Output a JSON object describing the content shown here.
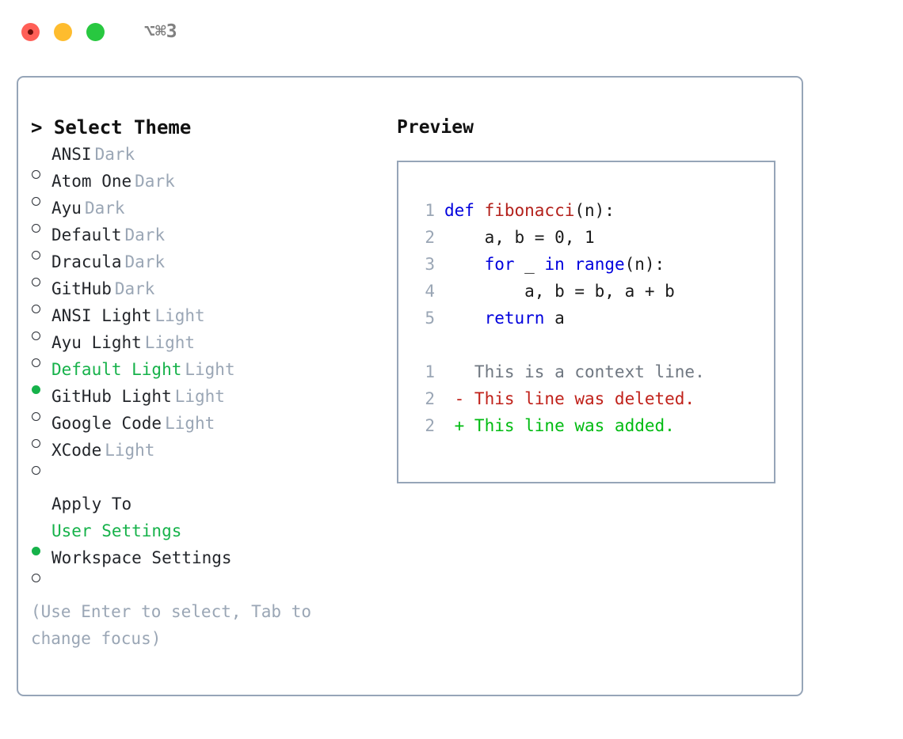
{
  "window": {
    "title": "⌥⌘3",
    "traffic_lights": [
      "close",
      "minimize",
      "maximize"
    ],
    "colors": {
      "close": "#ff5f57",
      "minimize": "#febc2e",
      "maximize": "#28c840",
      "border": "#96a5b8",
      "accent_green": "#16b24a",
      "muted": "#9aa6b5"
    }
  },
  "theme_list": {
    "header": "> Select Theme",
    "items": [
      {
        "marker": "circle",
        "label": "ANSI",
        "tag": "Dark",
        "selected": false
      },
      {
        "marker": "circle",
        "label": "Atom One",
        "tag": "Dark",
        "selected": false
      },
      {
        "marker": "circle",
        "label": "Ayu",
        "tag": "Dark",
        "selected": false
      },
      {
        "marker": "circle",
        "label": "Default",
        "tag": "Dark",
        "selected": false
      },
      {
        "marker": "circle",
        "label": "Dracula",
        "tag": "Dark",
        "selected": false
      },
      {
        "marker": "circle",
        "label": "GitHub",
        "tag": "Dark",
        "selected": false
      },
      {
        "marker": "circle",
        "label": "ANSI Light",
        "tag": "Light",
        "selected": false
      },
      {
        "marker": "circle",
        "label": "Ayu Light",
        "tag": "Light",
        "selected": false
      },
      {
        "marker": "dot",
        "label": "Default Light",
        "tag": "Light",
        "selected": true
      },
      {
        "marker": "circle",
        "label": "GitHub Light",
        "tag": "Light",
        "selected": false
      },
      {
        "marker": "circle",
        "label": "Google Code",
        "tag": "Light",
        "selected": false
      },
      {
        "marker": "circle",
        "label": "XCode",
        "tag": "Light",
        "selected": false
      }
    ]
  },
  "apply_to": {
    "header": "Apply To",
    "items": [
      {
        "marker": "dot",
        "label": "User Settings",
        "selected": true
      },
      {
        "marker": "circle",
        "label": "Workspace Settings",
        "selected": false
      }
    ]
  },
  "hint": "(Use Enter to select, Tab to change focus)",
  "preview": {
    "title": "Preview",
    "code_lines": [
      {
        "num": "1",
        "segments": [
          {
            "text": "def ",
            "type": "kw"
          },
          {
            "text": "fibonacci",
            "type": "fn"
          },
          {
            "text": "(n):",
            "type": "plain"
          }
        ]
      },
      {
        "num": "2",
        "segments": [
          {
            "text": "    a, b = 0, 1",
            "type": "plain"
          }
        ]
      },
      {
        "num": "3",
        "segments": [
          {
            "text": "    ",
            "type": "plain"
          },
          {
            "text": "for",
            "type": "kw"
          },
          {
            "text": " _ ",
            "type": "plain"
          },
          {
            "text": "in",
            "type": "kw"
          },
          {
            "text": " ",
            "type": "plain"
          },
          {
            "text": "range",
            "type": "kw"
          },
          {
            "text": "(n):",
            "type": "plain"
          }
        ]
      },
      {
        "num": "4",
        "segments": [
          {
            "text": "        a, b = b, a + b",
            "type": "plain"
          }
        ]
      },
      {
        "num": "5",
        "segments": [
          {
            "text": "    ",
            "type": "plain"
          },
          {
            "text": "return",
            "type": "kw"
          },
          {
            "text": " a",
            "type": "plain"
          }
        ]
      }
    ],
    "diff_lines": [
      {
        "num": "1",
        "text": "   This is a context line.",
        "kind": "context"
      },
      {
        "num": "2",
        "text": " - This line was deleted.",
        "kind": "deleted"
      },
      {
        "num": "2",
        "text": " + This line was added.",
        "kind": "added"
      }
    ]
  }
}
